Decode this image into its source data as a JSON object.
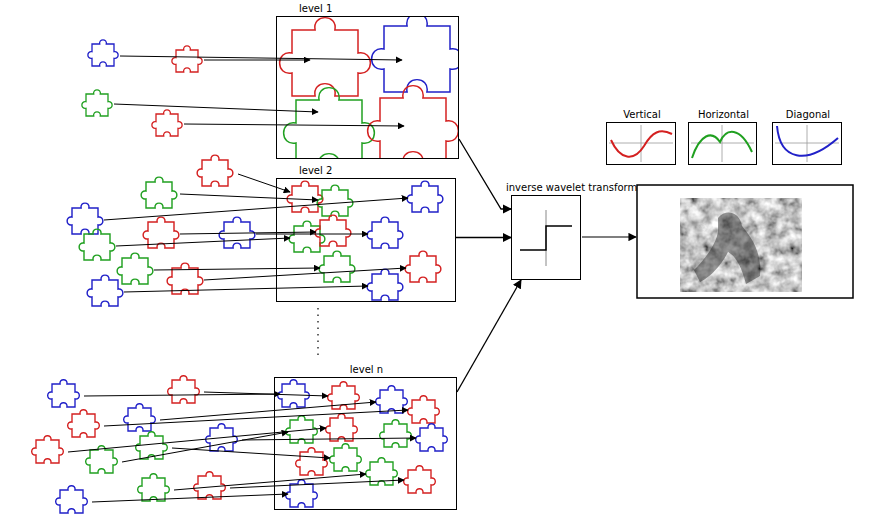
{
  "diagram": {
    "nodes": [
      {
        "text": [
          "level 1"
        ]
      },
      {
        "text": [
          "level 2"
        ]
      },
      {
        "text": [
          "level n"
        ]
      },
      {
        "text": [
          "inverse wavelet transform"
        ]
      },
      {
        "text": [
          "Vertical"
        ]
      },
      {
        "text": [
          "Horizontal"
        ]
      },
      {
        "text": [
          "Diagonal"
        ]
      }
    ],
    "edges": [
      {
        "from": 0,
        "to": 3,
        "arrow": "to"
      },
      {
        "from": 1,
        "to": 3,
        "arrow": "to"
      },
      {
        "from": 2,
        "to": 3,
        "arrow": "to"
      }
    ]
  }
}
